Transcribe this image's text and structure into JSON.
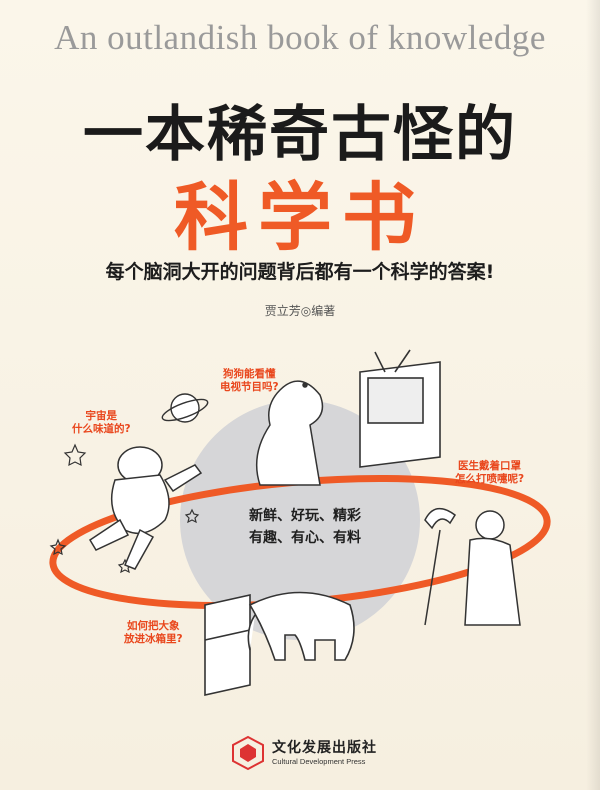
{
  "cover": {
    "subtitle_en": "An outlandish book of knowledge",
    "title_cn": "一本稀奇古怪的",
    "title_science": "科学书",
    "tagline": "每个脑洞大开的问题背后都有一个科学的答案!",
    "author": "贾立芳◎编著",
    "center_text_line1": "新鲜、好玩、精彩",
    "center_text_line2": "有趣、有心、有料"
  },
  "questions": {
    "space": "宇宙是\n什么味道的?",
    "dog": "狗狗能看懂\n电视节目吗?",
    "doctor": "医生戴着口罩\n怎么打喷嚏呢?",
    "elephant": "如何把大象\n放进冰箱里?"
  },
  "publisher": {
    "name_cn": "文化发展出版社",
    "name_en": "Cultural Development Press"
  },
  "colors": {
    "accent": "#ef5a26",
    "title": "#1b1b1b",
    "subtitle": "#9a9a9a",
    "background": "#f7f1e4"
  }
}
